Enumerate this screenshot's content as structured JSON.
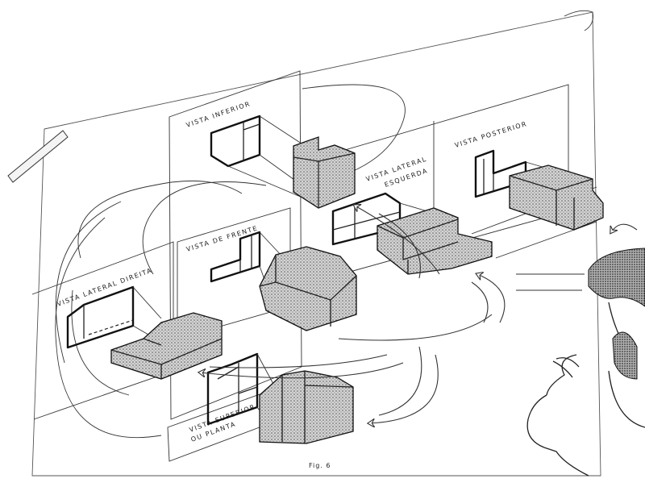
{
  "views": {
    "inferior": "VISTA INFERIOR",
    "posterior": "VISTA POSTERIOR",
    "lateral_esquerda_1": "VISTA LATERAL",
    "lateral_esquerda_2": "ESQUERDA",
    "frente": "VISTA DE FRENTE",
    "lateral_direita": "VISTA LATERAL DIREITA",
    "superior_1": "VISTA SUPERIOR",
    "superior_2": "OU PLANTA"
  },
  "caption": "Fig. 6",
  "colors": {
    "ink": "#222222",
    "paper": "#ffffff",
    "shade": "#a9a9a9"
  }
}
